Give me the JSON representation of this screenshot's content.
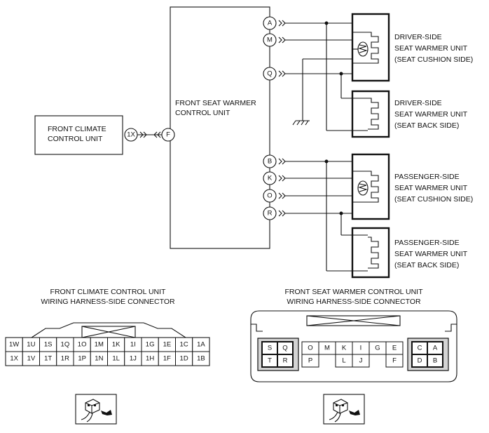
{
  "control_unit": {
    "label_line1": "FRONT SEAT WARMER",
    "label_line2": "CONTROL UNIT"
  },
  "climate_unit": {
    "label_line1": "FRONT CLIMATE",
    "label_line2": "CONTROL UNIT",
    "terminal": "1X"
  },
  "control_terminals": {
    "f": "F",
    "a": "A",
    "m": "M",
    "q": "Q",
    "b": "B",
    "k": "K",
    "o": "O",
    "r": "R"
  },
  "warmers": [
    {
      "line1": "DRIVER-SIDE",
      "line2": "SEAT WARMER UNIT",
      "line3": "(SEAT CUSHION SIDE)"
    },
    {
      "line1": "DRIVER-SIDE",
      "line2": "SEAT WARMER UNIT",
      "line3": "(SEAT BACK SIDE)"
    },
    {
      "line1": "PASSENGER-SIDE",
      "line2": "SEAT WARMER UNIT",
      "line3": "(SEAT CUSHION SIDE)"
    },
    {
      "line1": "PASSENGER-SIDE",
      "line2": "SEAT WARMER UNIT",
      "line3": "(SEAT BACK SIDE)"
    }
  ],
  "climate_connector": {
    "title_line1": "FRONT CLIMATE CONTROL UNIT",
    "title_line2": "WIRING HARNESS-SIDE CONNECTOR",
    "top_row": [
      "1W",
      "1U",
      "1S",
      "1Q",
      "1O",
      "1M",
      "1K",
      "1I",
      "1G",
      "1E",
      "1C",
      "1A"
    ],
    "bottom_row": [
      "1X",
      "1V",
      "1T",
      "1R",
      "1P",
      "1N",
      "1L",
      "1J",
      "1H",
      "1F",
      "1D",
      "1B"
    ]
  },
  "seat_connector": {
    "title_line1": "FRONT SEAT WARMER CONTROL UNIT",
    "title_line2": "WIRING HARNESS-SIDE CONNECTOR",
    "left_top": [
      "S",
      "Q"
    ],
    "left_bottom": [
      "T",
      "R"
    ],
    "mid_top": [
      "O",
      "M",
      "K",
      "I",
      "G",
      "E"
    ],
    "mid_bottom": [
      "P",
      "L",
      "J",
      "F"
    ],
    "right_top": [
      "C",
      "A"
    ],
    "right_bottom": [
      "D",
      "B"
    ]
  }
}
